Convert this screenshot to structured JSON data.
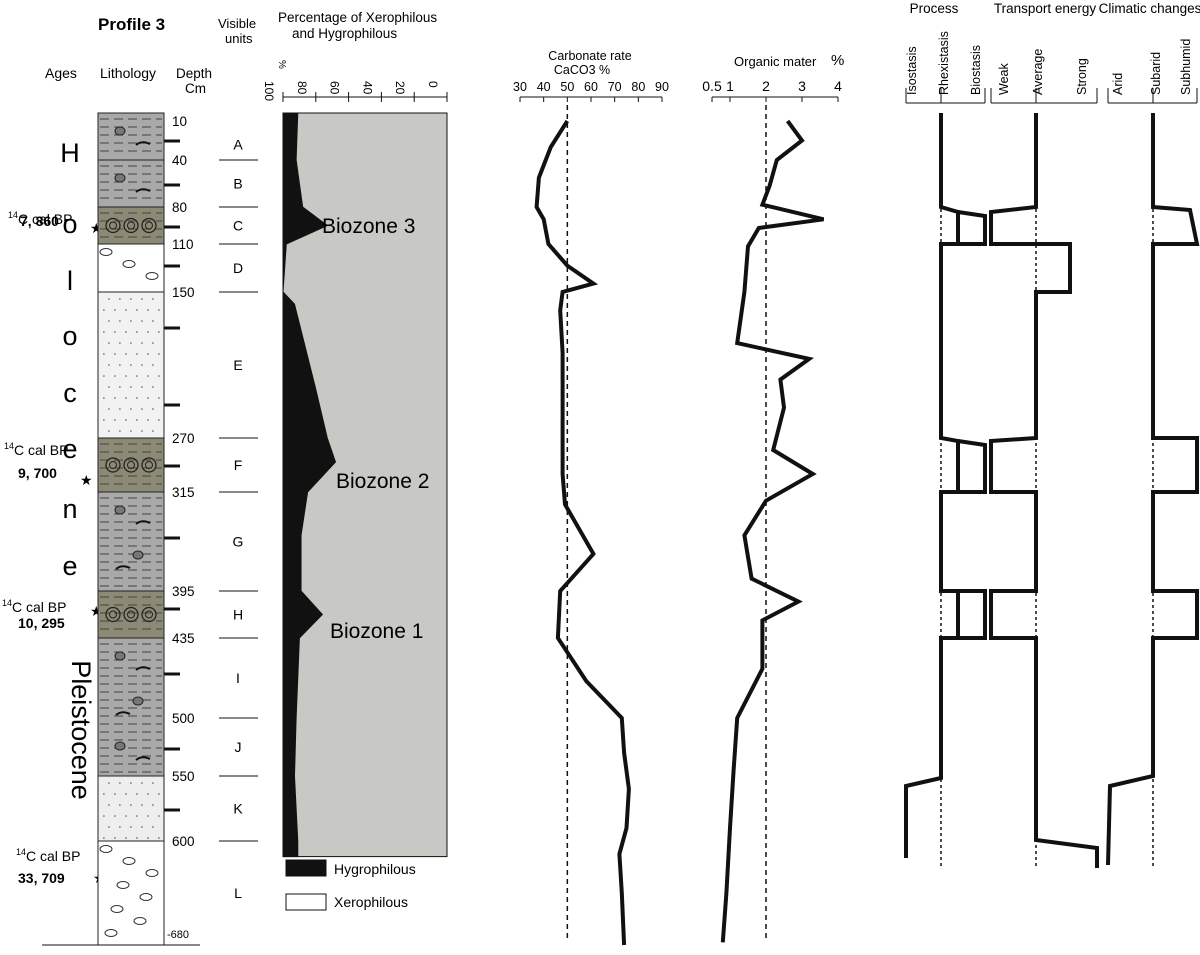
{
  "profile_title": "Profile 3",
  "headers": {
    "ages": "Ages",
    "lithology": "Lithology",
    "depth_line1": "Depth",
    "depth_line2": "Cm",
    "units_line1": "Visible",
    "units_line2": "units",
    "perc_line1": "Percentage of Xerophilous",
    "perc_line2": "and Hygrophilous"
  },
  "epochs": {
    "holocene_letters": [
      "H",
      "o",
      "l",
      "o",
      "c",
      "e",
      "n",
      "e"
    ],
    "pleistocene": "Pleistocene"
  },
  "dates": [
    {
      "label": "14",
      "prefix": "C cal BP",
      "value": "7, 860",
      "star": "★",
      "depth": 90
    },
    {
      "label": "14",
      "prefix": "C cal BP",
      "value": "9, 700",
      "star": "★",
      "depth": 300
    },
    {
      "label": "14",
      "prefix": "C cal BP",
      "value": "10, 295",
      "star": "★",
      "depth": 415
    },
    {
      "label": "14",
      "prefix": "C cal BP",
      "value": "33, 709",
      "star": "★",
      "depth": 635
    }
  ],
  "depth_labels": [
    "10",
    "40",
    "80",
    "110",
    "150",
    "270",
    "315",
    "395",
    "435",
    "500",
    "550",
    "600",
    "-680"
  ],
  "units": [
    {
      "name": "A",
      "top": 10,
      "bottom": 40
    },
    {
      "name": "B",
      "top": 40,
      "bottom": 80
    },
    {
      "name": "C",
      "top": 80,
      "bottom": 110
    },
    {
      "name": "D",
      "top": 110,
      "bottom": 150
    },
    {
      "name": "E",
      "top": 150,
      "bottom": 270
    },
    {
      "name": "F",
      "top": 270,
      "bottom": 315
    },
    {
      "name": "G",
      "top": 315,
      "bottom": 395
    },
    {
      "name": "H",
      "top": 395,
      "bottom": 435
    },
    {
      "name": "I",
      "top": 435,
      "bottom": 500
    },
    {
      "name": "J",
      "top": 500,
      "bottom": 550
    },
    {
      "name": "K",
      "top": 550,
      "bottom": 600
    },
    {
      "name": "L",
      "top": 600,
      "bottom": 680
    }
  ],
  "lithology": [
    {
      "top": 0,
      "bottom": 40,
      "fill": "#a9a9a9",
      "pattern": "shells"
    },
    {
      "top": 40,
      "bottom": 80,
      "fill": "#a9a9a9",
      "pattern": "shells"
    },
    {
      "top": 80,
      "bottom": 110,
      "fill": "#8c8a75",
      "pattern": "spirals"
    },
    {
      "top": 110,
      "bottom": 150,
      "fill": "#ffffff",
      "pattern": "gravel"
    },
    {
      "top": 150,
      "bottom": 270,
      "fill": "#f2f2f2",
      "pattern": "dots"
    },
    {
      "top": 270,
      "bottom": 315,
      "fill": "#8c8a75",
      "pattern": "spirals"
    },
    {
      "top": 315,
      "bottom": 395,
      "fill": "#a9a9a9",
      "pattern": "shells"
    },
    {
      "top": 395,
      "bottom": 435,
      "fill": "#8c8a75",
      "pattern": "spirals"
    },
    {
      "top": 435,
      "bottom": 550,
      "fill": "#a9a9a9",
      "pattern": "shells"
    },
    {
      "top": 550,
      "bottom": 600,
      "fill": "#eeeeee",
      "pattern": "dots"
    },
    {
      "top": 600,
      "bottom": 680,
      "fill": "#ffffff",
      "pattern": "gravel"
    }
  ],
  "biozones": [
    "Biozone 3",
    "Biozone 2",
    "Biozone 1"
  ],
  "legend": {
    "hygro": "Hygrophilous",
    "xero": "Xerophilous"
  },
  "colors": {
    "hygro": "#111111",
    "xero": "#c8c8c4",
    "brown": "#8c8a75",
    "grey": "#a9a9a9"
  },
  "chart_data": [
    {
      "type": "area",
      "title": "Percentage of Xerophilous and Hygrophilous",
      "xlabel": "%",
      "xticks": [
        "100",
        "80",
        "60",
        "40",
        "20",
        "0"
      ],
      "xlim": [
        100,
        0
      ],
      "ylim": [
        0,
        680
      ],
      "series": [
        {
          "name": "Hygrophilous",
          "depth": [
            0,
            40,
            80,
            95,
            110,
            150,
            160,
            230,
            270,
            290,
            315,
            350,
            395,
            415,
            435,
            500,
            550,
            600,
            612
          ],
          "values": [
            9,
            8,
            12,
            27,
            2,
            0,
            7,
            20,
            27,
            32,
            15,
            11,
            11,
            24,
            10,
            8,
            7,
            9,
            9
          ]
        }
      ]
    },
    {
      "type": "line",
      "title": "Carbonate rate",
      "subtitle": "CaCO3 %",
      "xticks": [
        "30",
        "40",
        "50",
        "60",
        "70",
        "80",
        "90"
      ],
      "xlim": [
        30,
        90
      ],
      "reference_x": 50,
      "depth": [
        10,
        30,
        55,
        80,
        90,
        110,
        128,
        143,
        150,
        165,
        200,
        235,
        268,
        300,
        325,
        365,
        395,
        435,
        470,
        500,
        530,
        560,
        590,
        610,
        640,
        680
      ],
      "values": [
        50,
        43,
        38,
        37,
        40,
        42,
        50,
        61,
        48,
        47,
        48,
        48,
        48,
        48,
        49,
        61,
        47,
        46,
        58,
        73,
        74,
        76,
        75,
        72,
        73,
        74
      ]
    },
    {
      "type": "line",
      "title": "Organic mater",
      "xlabel": "%",
      "xticks": [
        "0.5",
        "1",
        "2",
        "3",
        "4"
      ],
      "xlim": [
        0.5,
        4
      ],
      "reference_x": 2,
      "depth": [
        10,
        25,
        40,
        62,
        78,
        90,
        97,
        112,
        150,
        192,
        205,
        222,
        245,
        280,
        300,
        322,
        350,
        385,
        404,
        420,
        460,
        500,
        545,
        590,
        640,
        678
      ],
      "values": [
        2.6,
        3.0,
        2.3,
        2.1,
        1.9,
        3.6,
        1.8,
        1.5,
        1.4,
        1.2,
        3.2,
        2.4,
        2.5,
        2.2,
        3.3,
        2.0,
        1.4,
        1.6,
        2.9,
        1.9,
        1.9,
        1.2,
        1.1,
        1.0,
        0.9,
        0.8
      ]
    }
  ],
  "right_panels": [
    {
      "title": "Process",
      "columns": [
        "Isostasis",
        "Rhexistasis",
        "Biostasis"
      ],
      "baseline_label": "Rhexistasis"
    },
    {
      "title": "Transport energy",
      "columns": [
        "Weak",
        "Average",
        "Strong"
      ],
      "baseline_label": "Average"
    },
    {
      "title": "Climatic changes",
      "columns": [
        "Arid",
        "Subarid",
        "Subhumid"
      ],
      "baseline_label": "Subarid"
    }
  ]
}
